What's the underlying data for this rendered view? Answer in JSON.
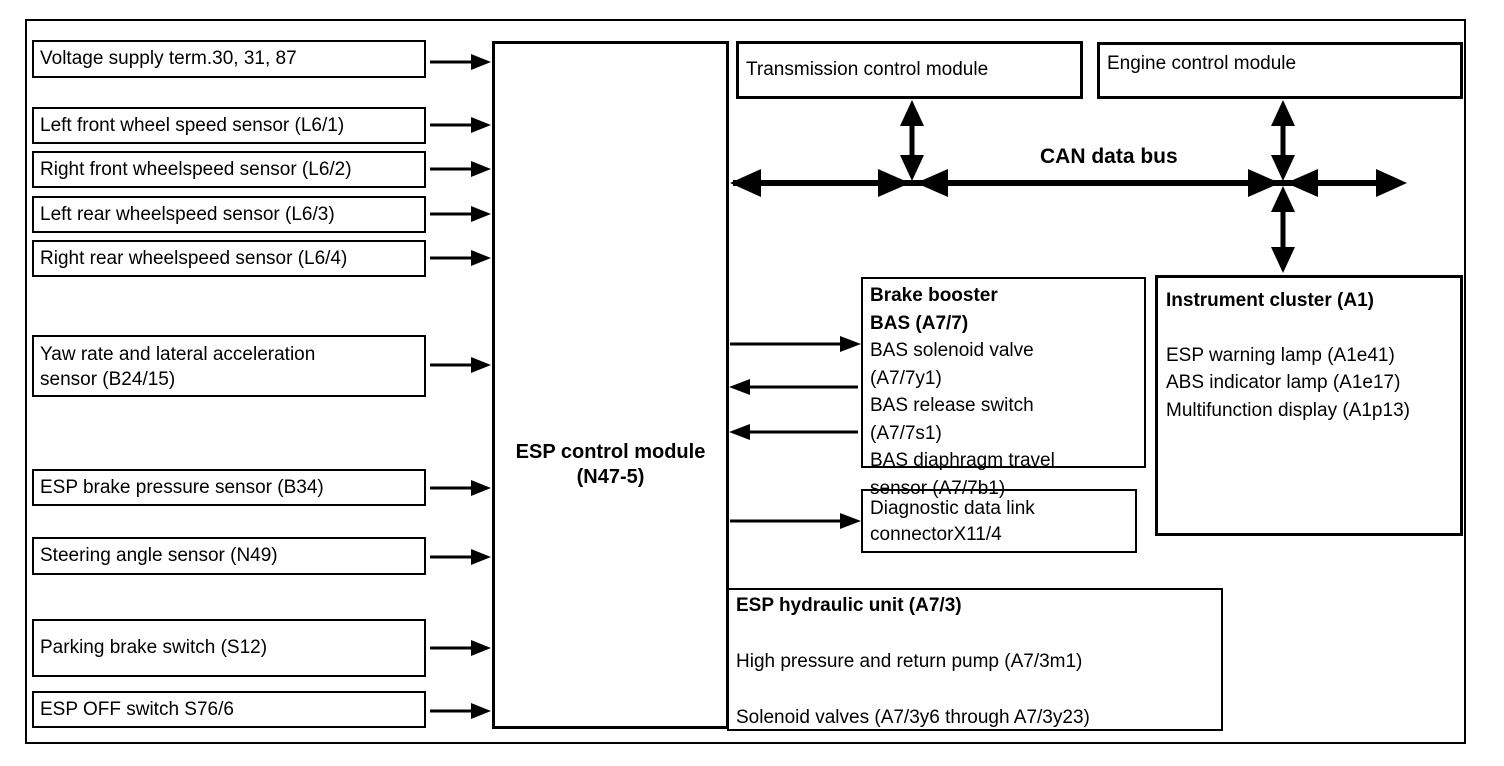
{
  "colors": {
    "ink": "#000000",
    "background": "#ffffff"
  },
  "left_inputs": [
    {
      "label": "Voltage supply term.30, 31, 87"
    },
    {
      "label": "Left front wheel speed sensor (L6/1)"
    },
    {
      "label": "Right front wheelspeed sensor (L6/2)"
    },
    {
      "label": "Left rear wheelspeed sensor (L6/3)"
    },
    {
      "label": "Right rear wheelspeed sensor (L6/4)"
    },
    {
      "label": "Yaw rate and lateral acceleration",
      "label2": "sensor (B24/15)"
    },
    {
      "label": "ESP brake pressure sensor (B34)"
    },
    {
      "label": "Steering angle sensor (N49)"
    },
    {
      "label": "Parking brake switch (S12)"
    },
    {
      "label": "ESP OFF switch S76/6"
    }
  ],
  "esp_module": {
    "name": "ESP control module",
    "id": "(N47-5)"
  },
  "top_modules": {
    "transmission": "Transmission control module",
    "engine": "Engine control module"
  },
  "can_bus": {
    "label": "CAN data bus"
  },
  "brake_booster": {
    "title_line1": "Brake booster",
    "title_line2": "BAS (A7/7)",
    "lines": [
      "BAS solenoid valve",
      "(A7/7y1)",
      "BAS release switch",
      "(A7/7s1)",
      "BAS diaphragm travel",
      "sensor (A7/7b1)"
    ]
  },
  "diagnostic_connector": {
    "line1": "Diagnostic data link",
    "line2": "connectorX11/4"
  },
  "instrument_cluster": {
    "title": "Instrument cluster (A1)",
    "items": [
      "ESP warning lamp (A1e41)",
      "ABS indicator lamp (A1e17)",
      "Multifunction display (A1p13)"
    ]
  },
  "hydraulic_unit": {
    "title": "ESP hydraulic unit (A7/3)",
    "line1": "High pressure and return pump (A7/3m1)",
    "line2": "Solenoid valves (A7/3y6 through A7/3y23)"
  }
}
